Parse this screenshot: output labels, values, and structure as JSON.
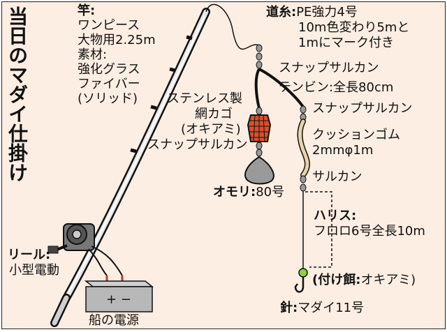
{
  "title": "当日のマダイ仕掛け",
  "rod": {
    "heading": "竿:",
    "lines": [
      "ワンピース",
      "大物用2.25m",
      "素材:",
      "強化グラス",
      "ファイバー",
      "(ソリッド)"
    ]
  },
  "main_line": {
    "heading": "道糸:",
    "lines": [
      "PE強力4号",
      "10m色変わり5mと",
      "1mにマーク付き"
    ]
  },
  "snap_swivel_top": "スナップサルカン",
  "tenbin": "テンビン:全長80cm",
  "basket": {
    "lines": [
      "ステンレス製",
      "網カゴ",
      "(オキアミ)",
      "スナップサルカン"
    ]
  },
  "snap_swivel_right": "スナップサルカン",
  "cushion": {
    "lines": [
      "クッションゴム",
      "2mmφ1m"
    ]
  },
  "swivel": "サルカン",
  "sinker": {
    "heading": "オモリ:",
    "value": "80号"
  },
  "leader": {
    "heading": "ハリス:",
    "value": "フロロ6号全長10m"
  },
  "reel": {
    "heading": "リール:",
    "value": "小型電動"
  },
  "bait": {
    "heading": "(付け餌:",
    "value": "オキアミ)"
  },
  "hook": {
    "heading": "針:",
    "value": "マダイ11号"
  },
  "battery": {
    "label": "船の電源",
    "symbol": "+ −"
  },
  "colors": {
    "background": "#fdeee3",
    "cushion": "#e9d2ae",
    "basket": "#d94f2a",
    "bait": "#8fd13f",
    "sinker": "#9a9a9a"
  }
}
